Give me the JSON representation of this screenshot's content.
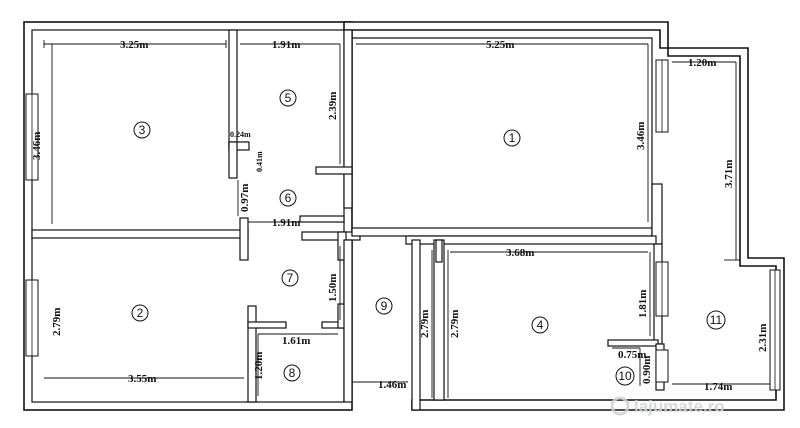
{
  "rooms": [
    "3",
    "5",
    "1",
    "6",
    "2",
    "7",
    "9",
    "4",
    "8",
    "10",
    "11"
  ],
  "dimensions": {
    "r3_width": "3.25m",
    "r3_height": "3.46m",
    "r5_width": "1.91m",
    "r5_height": "2.39m",
    "r1_width": "5.25m",
    "r1_height": "3.46m",
    "balcony_width": "1.20m",
    "balcony_height": "3.71m",
    "notch_w": "0.24m",
    "notch_h": "0.41m",
    "r6_width": "1.91m",
    "r6_height": "0.97m",
    "r4_width": "3.68m",
    "r4_height": "1.81m",
    "r2_width": "3.55m",
    "r2_height": "2.79m",
    "r7_height": "1.50m",
    "r9_h1": "2.79m",
    "r9_h2": "2.79m",
    "r8_width": "1.61m",
    "r8_height": "1.20m",
    "r10_width": "0.75m",
    "r10_height": "0.90m",
    "r9_width": "1.46m",
    "r11_width": "1.74m",
    "r11_height": "2.31m"
  },
  "watermark": "lajumate.ro",
  "colors": {
    "ink": "#111111",
    "watermark": "#cfd3d6"
  }
}
